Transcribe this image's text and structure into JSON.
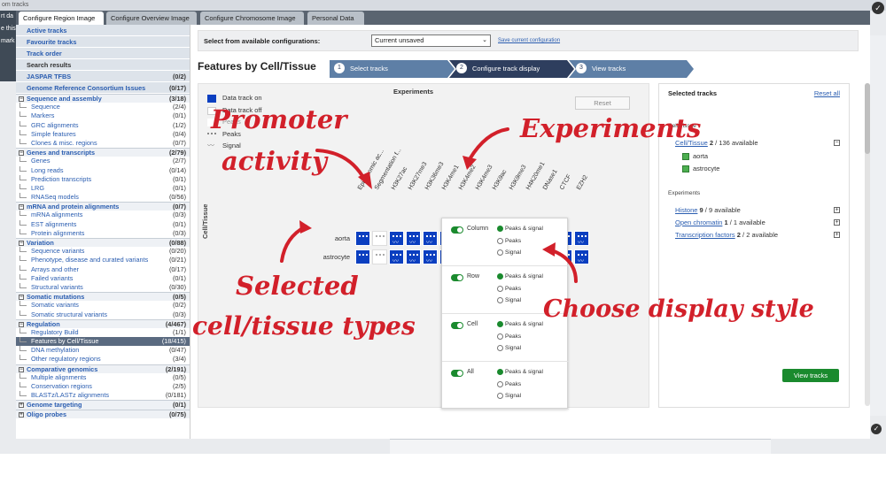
{
  "background": {
    "top_text": "om tracks",
    "left_texts": [
      "rt da",
      "e this",
      "mark"
    ]
  },
  "tabs": [
    {
      "label": "Configure Region Image",
      "active": true
    },
    {
      "label": "Configure Overview Image",
      "active": false
    },
    {
      "label": "Configure Chromosome Image",
      "active": false
    },
    {
      "label": "Personal Data",
      "active": false
    }
  ],
  "sidebar": {
    "top_links": [
      "Active tracks",
      "Favourite tracks",
      "Track order"
    ],
    "search_results": "Search results",
    "jaspar": {
      "label": "JASPAR TFBS",
      "count": "(0/2)"
    },
    "grc": {
      "label": "Genome Reference Consortium Issues",
      "count": "(0/17)"
    },
    "groups": [
      {
        "label": "Sequence and assembly",
        "count": "(3/18)",
        "items": [
          {
            "label": "Sequence",
            "count": "(2/4)"
          },
          {
            "label": "Markers",
            "count": "(0/1)"
          },
          {
            "label": "GRC alignments",
            "count": "(1/2)"
          },
          {
            "label": "Simple features",
            "count": "(0/4)"
          },
          {
            "label": "Clones & misc. regions",
            "count": "(0/7)"
          }
        ]
      },
      {
        "label": "Genes and transcripts",
        "count": "(2/79)",
        "items": [
          {
            "label": "Genes",
            "count": "(2/7)"
          },
          {
            "label": "Long reads",
            "count": "(0/14)"
          },
          {
            "label": "Prediction transcripts",
            "count": "(0/1)"
          },
          {
            "label": "LRG",
            "count": "(0/1)"
          },
          {
            "label": "RNASeq models",
            "count": "(0/56)"
          }
        ]
      },
      {
        "label": "mRNA and protein alignments",
        "count": "(0/7)",
        "items": [
          {
            "label": "mRNA alignments",
            "count": "(0/3)"
          },
          {
            "label": "EST alignments",
            "count": "(0/1)"
          },
          {
            "label": "Protein alignments",
            "count": "(0/3)"
          }
        ]
      },
      {
        "label": "Variation",
        "count": "(0/88)",
        "items": [
          {
            "label": "Sequence variants",
            "count": "(0/20)"
          },
          {
            "label": "Phenotype, disease and curated variants",
            "count": "(0/21)"
          },
          {
            "label": "Arrays and other",
            "count": "(0/17)"
          },
          {
            "label": "Failed variants",
            "count": "(0/1)"
          },
          {
            "label": "Structural variants",
            "count": "(0/30)"
          }
        ]
      },
      {
        "label": "Somatic mutations",
        "count": "(0/5)",
        "items": [
          {
            "label": "Somatic variants",
            "count": "(0/2)"
          },
          {
            "label": "Somatic structural variants",
            "count": "(0/3)"
          }
        ]
      },
      {
        "label": "Regulation",
        "count": "(4/467)",
        "items": [
          {
            "label": "Regulatory Build",
            "count": "(1/1)"
          },
          {
            "label": "Features by Cell/Tissue",
            "count": "(18/415)",
            "selected": true
          },
          {
            "label": "DNA methylation",
            "count": "(0/47)"
          },
          {
            "label": "Other regulatory regions",
            "count": "(3/4)"
          }
        ]
      },
      {
        "label": "Comparative genomics",
        "count": "(2/191)",
        "items": [
          {
            "label": "Multiple alignments",
            "count": "(0/5)"
          },
          {
            "label": "Conservation regions",
            "count": "(2/5)"
          },
          {
            "label": "BLASTz/LASTz alignments",
            "count": "(0/181)"
          }
        ]
      }
    ],
    "genome_targeting": {
      "label": "Genome targeting",
      "count": "(0/1)"
    },
    "oligo": {
      "label": "Oligo probes",
      "count": "(0/75)"
    }
  },
  "config": {
    "label": "Select from available configurations:",
    "selected": "Current unsaved",
    "save_link": "Save current configuration"
  },
  "features_title": "Features by Cell/Tissue",
  "steps": [
    {
      "num": "1",
      "label": "Select tracks"
    },
    {
      "num": "2",
      "label": "Configure track display"
    },
    {
      "num": "3",
      "label": "View tracks"
    }
  ],
  "matrix": {
    "experiments_title": "Experiments",
    "reset": "Reset",
    "legend": [
      "Data track on",
      "Data track off",
      "Peaks",
      "Signal"
    ],
    "legend_partial": "Peaks",
    "axis_label": "Cell/Tissue",
    "rows": [
      "aorta",
      "astrocyte"
    ],
    "columns": [
      "Epigenomic ac...",
      "Segmentation f...",
      "H3K27ac",
      "H3K27me3",
      "H3K36me3",
      "H3K4me1",
      "H3K4me2",
      "H3K4me3",
      "H3K9ac",
      "H3K9me3",
      "H4K20me1",
      "DNase1",
      "CTCF",
      "EZH2"
    ]
  },
  "popup": {
    "rows": [
      {
        "label": "Column",
        "options": [
          "Peaks & signal",
          "Peaks",
          "Signal"
        ]
      },
      {
        "label": "Row",
        "options": [
          "Peaks & signal",
          "Peaks",
          "Signal"
        ]
      },
      {
        "label": "Cell",
        "options": [
          "Peaks & signal",
          "Peaks",
          "Signal"
        ]
      },
      {
        "label": "All",
        "options": [
          "Peaks & signal",
          "Peaks",
          "Signal"
        ]
      }
    ]
  },
  "selected_panel": {
    "title": "Selected tracks",
    "reset_all": "Reset all",
    "cell_section": "Cell/Tissue",
    "cell_line": {
      "link": "Cell/Tissue",
      "count": "2",
      "rest": " / 136 available"
    },
    "cells": [
      "aorta",
      "astrocyte"
    ],
    "exp_section": "Experiments",
    "exp_lines": [
      {
        "link": "Histone",
        "count": "9",
        "rest": " / 9 available"
      },
      {
        "link": "Open chromatin",
        "count": "1",
        "rest": " / 1 available"
      },
      {
        "link": "Transcription factors",
        "count": "2",
        "rest": " / 2 available"
      }
    ],
    "view_button": "View tracks"
  },
  "annotations": {
    "promoter_1": "Promoter",
    "promoter_2": "activity",
    "experiments": "Experiments",
    "selected_1": "Selected",
    "selected_2": "cell/tissue types",
    "display": "Choose display style"
  },
  "colors": {
    "accent_red": "#d2202a",
    "track_on": "#0b3fc0",
    "green_button": "#1a8a2e",
    "step_active": "#2e3e5e"
  }
}
